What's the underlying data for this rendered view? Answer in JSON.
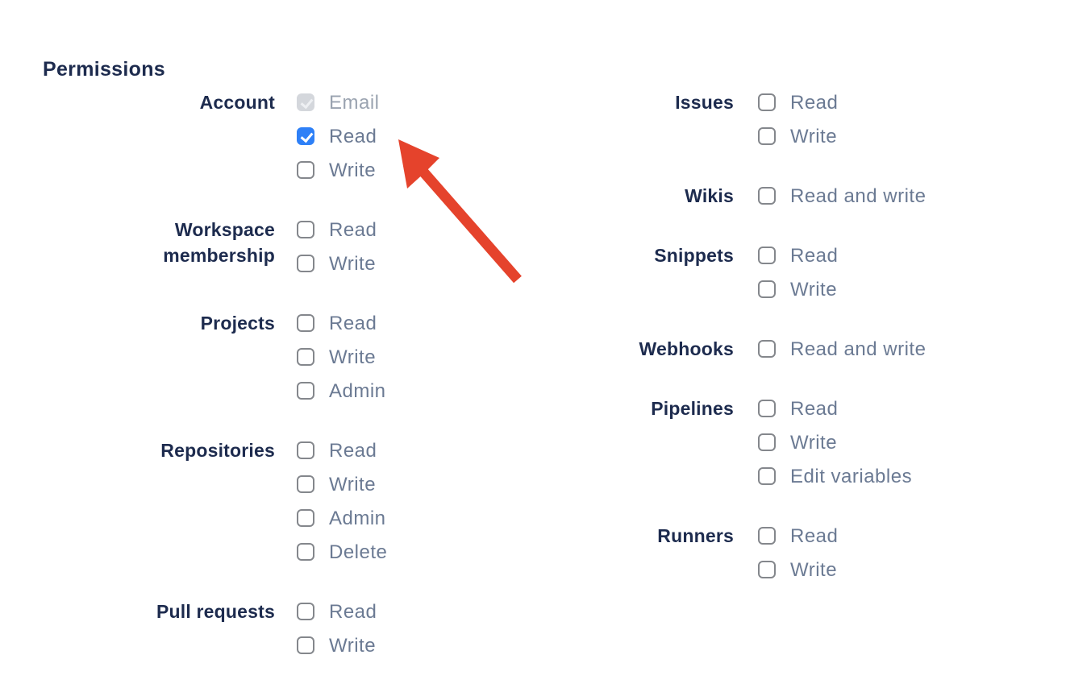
{
  "permissions": {
    "heading": "Permissions",
    "left_groups": [
      {
        "label": "Account",
        "options": [
          {
            "label": "Email",
            "state": "disabled-checked"
          },
          {
            "label": "Read",
            "state": "checked"
          },
          {
            "label": "Write",
            "state": "unchecked"
          }
        ]
      },
      {
        "label": "Workspace membership",
        "options": [
          {
            "label": "Read",
            "state": "unchecked"
          },
          {
            "label": "Write",
            "state": "unchecked"
          }
        ]
      },
      {
        "label": "Projects",
        "options": [
          {
            "label": "Read",
            "state": "unchecked"
          },
          {
            "label": "Write",
            "state": "unchecked"
          },
          {
            "label": "Admin",
            "state": "unchecked"
          }
        ]
      },
      {
        "label": "Repositories",
        "options": [
          {
            "label": "Read",
            "state": "unchecked"
          },
          {
            "label": "Write",
            "state": "unchecked"
          },
          {
            "label": "Admin",
            "state": "unchecked"
          },
          {
            "label": "Delete",
            "state": "unchecked"
          }
        ]
      },
      {
        "label": "Pull requests",
        "options": [
          {
            "label": "Read",
            "state": "unchecked"
          },
          {
            "label": "Write",
            "state": "unchecked"
          }
        ]
      }
    ],
    "right_groups": [
      {
        "label": "Issues",
        "options": [
          {
            "label": "Read",
            "state": "unchecked"
          },
          {
            "label": "Write",
            "state": "unchecked"
          }
        ]
      },
      {
        "label": "Wikis",
        "options": [
          {
            "label": "Read and write",
            "state": "unchecked"
          }
        ]
      },
      {
        "label": "Snippets",
        "options": [
          {
            "label": "Read",
            "state": "unchecked"
          },
          {
            "label": "Write",
            "state": "unchecked"
          }
        ]
      },
      {
        "label": "Webhooks",
        "options": [
          {
            "label": "Read and write",
            "state": "unchecked"
          }
        ]
      },
      {
        "label": "Pipelines",
        "options": [
          {
            "label": "Read",
            "state": "unchecked"
          },
          {
            "label": "Write",
            "state": "unchecked"
          },
          {
            "label": "Edit variables",
            "state": "unchecked"
          }
        ]
      },
      {
        "label": "Runners",
        "options": [
          {
            "label": "Read",
            "state": "unchecked"
          },
          {
            "label": "Write",
            "state": "unchecked"
          }
        ]
      }
    ],
    "colors": {
      "heading_text": "#1d2b4e",
      "group_label_text": "#1d2b4e",
      "option_label_text": "#6b7a93",
      "disabled_label_text": "#9aa3b0",
      "checkbox_border": "#84878c",
      "checkbox_checked": "#2e80f7",
      "checkbox_disabled_fill": "#d4d7dc"
    }
  },
  "arrow": {
    "color": "#e5432c",
    "points_at": "Account Read checkbox"
  }
}
